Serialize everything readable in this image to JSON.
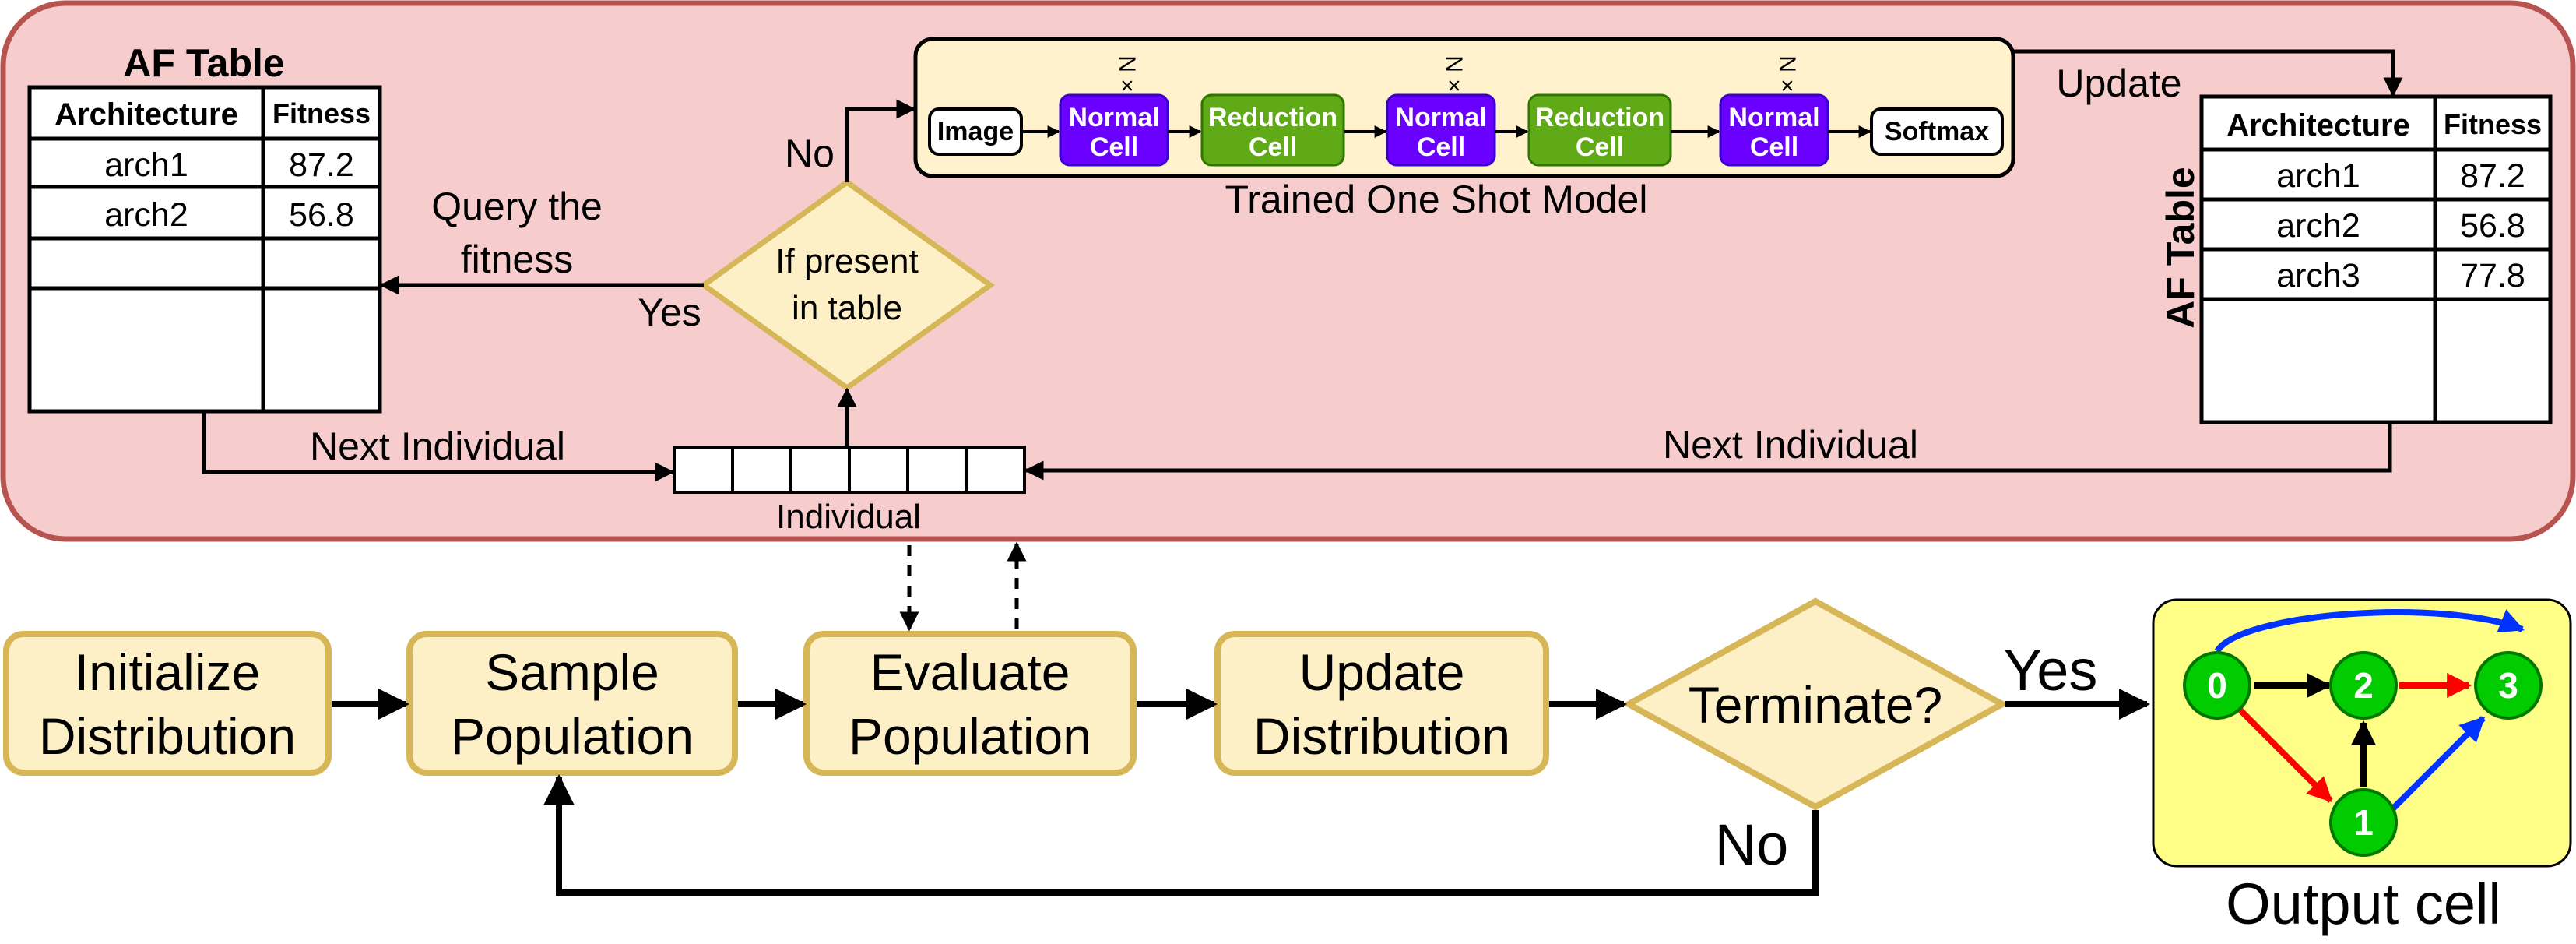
{
  "colors": {
    "panel_fill": "#f6cccc",
    "panel_stroke": "#b85450",
    "step_fill": "#fdefc6",
    "step_stroke": "#d6b656",
    "normal_cell": "#6a00ff",
    "reduction_cell": "#60a917",
    "model_fill": "#fff2cc",
    "output_fill": "#ffff88",
    "node_fill": "#00cc00",
    "edge_red": "#ff0000",
    "edge_blue": "#0033ff"
  },
  "left_table": {
    "title": "AF Table",
    "headers": [
      "Architecture",
      "Fitness"
    ],
    "rows": [
      [
        "arch1",
        "87.2"
      ],
      [
        "arch2",
        "56.8"
      ],
      [
        "",
        ""
      ],
      [
        "",
        ""
      ]
    ]
  },
  "right_table": {
    "title": "AF Table",
    "headers": [
      "Architecture",
      "Fitness"
    ],
    "rows": [
      [
        "arch1",
        "87.2"
      ],
      [
        "arch2",
        "56.8"
      ],
      [
        "arch3",
        "77.8"
      ],
      [
        "",
        ""
      ]
    ]
  },
  "model": {
    "caption": "Trained One Shot Model",
    "blocks": [
      {
        "line1": "Image",
        "line2": "",
        "kind": "io"
      },
      {
        "line1": "Normal",
        "line2": "Cell",
        "kind": "normal",
        "repeat": "N ×"
      },
      {
        "line1": "Reduction",
        "line2": "Cell",
        "kind": "reduction"
      },
      {
        "line1": "Normal",
        "line2": "Cell",
        "kind": "normal",
        "repeat": "N ×"
      },
      {
        "line1": "Reduction",
        "line2": "Cell",
        "kind": "reduction"
      },
      {
        "line1": "Normal",
        "line2": "Cell",
        "kind": "normal",
        "repeat": "N ×"
      },
      {
        "line1": "Softmax",
        "line2": "",
        "kind": "io"
      }
    ]
  },
  "decision": {
    "line1": "If present",
    "line2": "in table"
  },
  "labels": {
    "no_top": "No",
    "yes_left": "Yes",
    "query_line1": "Query the",
    "query_line2": "fitness",
    "next_left": "Next Individual",
    "next_right": "Next Individual",
    "update": "Update",
    "individual": "Individual",
    "yes_bottom": "Yes",
    "no_bottom": "No",
    "output_caption": "Output cell"
  },
  "steps": [
    {
      "line1": "Initialize",
      "line2": "Distribution"
    },
    {
      "line1": "Sample",
      "line2": "Population"
    },
    {
      "line1": "Evaluate",
      "line2": "Population"
    },
    {
      "line1": "Update",
      "line2": "Distribution"
    }
  ],
  "terminate": {
    "label": "Terminate?"
  },
  "output_graph": {
    "nodes": [
      "0",
      "2",
      "3",
      "1"
    ]
  }
}
